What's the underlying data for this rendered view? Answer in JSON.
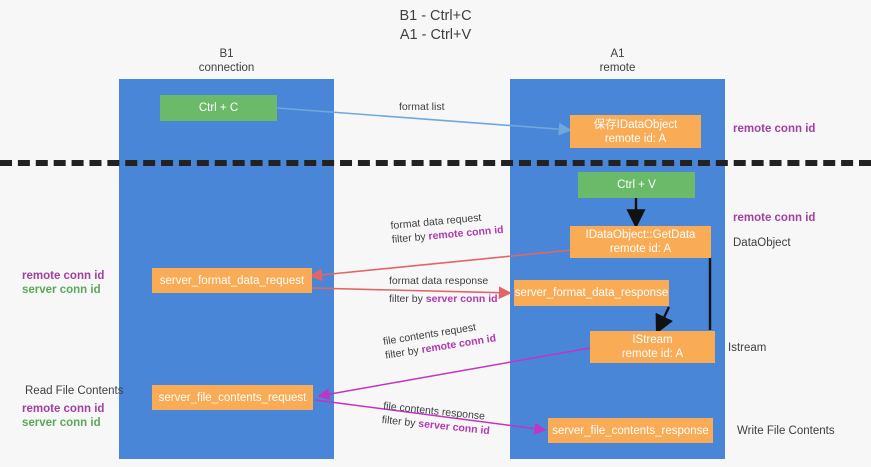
{
  "title": {
    "line1": "B1 - Ctrl+C",
    "line2": "A1 - Ctrl+V"
  },
  "lanes": [
    {
      "id": "b1",
      "name": "B1",
      "subtitle": "connection"
    },
    {
      "id": "a1",
      "name": "A1",
      "subtitle": "remote"
    }
  ],
  "nodes": {
    "ctrl_c": {
      "line1": "Ctrl + C",
      "line2": ""
    },
    "data_object": {
      "line1": "保存IDataObject",
      "line2": "remote id: A"
    },
    "ctrl_v": {
      "line1": "Ctrl + V",
      "line2": ""
    },
    "get_data": {
      "line1": "IDataObject::GetData",
      "line2": "remote id: A"
    },
    "fmt_request": {
      "line1": "server_format_data_request",
      "line2": ""
    },
    "fmt_response": {
      "line1": "server_format_data_response",
      "line2": ""
    },
    "istream": {
      "line1": "IStream",
      "line2": "remote id: A"
    },
    "file_request": {
      "line1": "server_file_contents_request",
      "line2": ""
    },
    "file_response": {
      "line1": "server_file_contents_response",
      "line2": ""
    }
  },
  "edges": {
    "format_list": {
      "line1": "format list",
      "line2_prefix": "",
      "line2_highlight": ""
    },
    "fmt_data_req": {
      "line1": "format data request",
      "line2_prefix": "filter by ",
      "line2_highlight": "remote conn id"
    },
    "fmt_data_res": {
      "line1": "format data response",
      "line2_prefix": "filter by ",
      "line2_highlight": "server conn id"
    },
    "file_req": {
      "line1": "file contents request",
      "line2_prefix": "filter by ",
      "line2_highlight": "remote conn id"
    },
    "file_res": {
      "line1": "file contents response",
      "line2_prefix": "filter by ",
      "line2_highlight": "server conn id"
    }
  },
  "annotations": {
    "right_remote_1": "remote conn id",
    "right_remote_2": "remote conn id",
    "right_dataobject": "DataObject",
    "right_istream": "Istream",
    "right_write_file": "Write File Contents",
    "left_remote_conn": "remote conn id",
    "left_server_conn": "server conn id",
    "left_read_file": "Read File Contents",
    "left_remote_conn_2": "remote conn id",
    "left_server_conn_2": "server conn id"
  },
  "colors": {
    "lane": "#4a86d8",
    "node_green": "#6aba6a",
    "node_orange": "#f9ab55",
    "purple": "#a33ea3",
    "green": "#5aa85a",
    "arrow_blue": "#6fa8dc",
    "arrow_red": "#e06666",
    "arrow_magenta": "#c234c2",
    "arrow_black": "#111111",
    "background": "#f7f7f7"
  }
}
